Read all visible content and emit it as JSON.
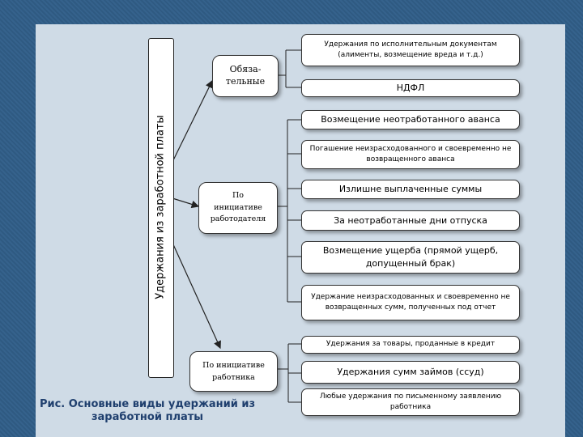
{
  "diagram": {
    "title": "Удержания из заработной платы",
    "categories": [
      {
        "id": "mandatory",
        "label": "Обяза-\nтельные"
      },
      {
        "id": "employer",
        "label": "По\nинициативе\nработодателя"
      },
      {
        "id": "employee",
        "label": "По инициативе\nработника"
      }
    ],
    "mandatory_items": [
      "Удержания по исполнительным документам (алименты, возмещение вреда и т.д.)",
      "НДФЛ"
    ],
    "employer_items": [
      "Возмещение неотработанного аванса",
      "Погашение неизрасходованного и своевременно не возвращенного аванса",
      "Излишне выплаченные суммы",
      "За неотработанные дни отпуска",
      "Возмещение ущерба (прямой ущерб, допущенный брак)",
      "Удержание неизрасходованных и своевременно не возвращенных сумм, полученных под отчет"
    ],
    "employee_items": [
      "Удержания за товары, проданные в кредит",
      "Удержания сумм займов (ссуд)",
      "Любые удержания по письменному заявлению работника"
    ]
  },
  "caption": "Рис. Основные виды удержаний из заработной платы"
}
